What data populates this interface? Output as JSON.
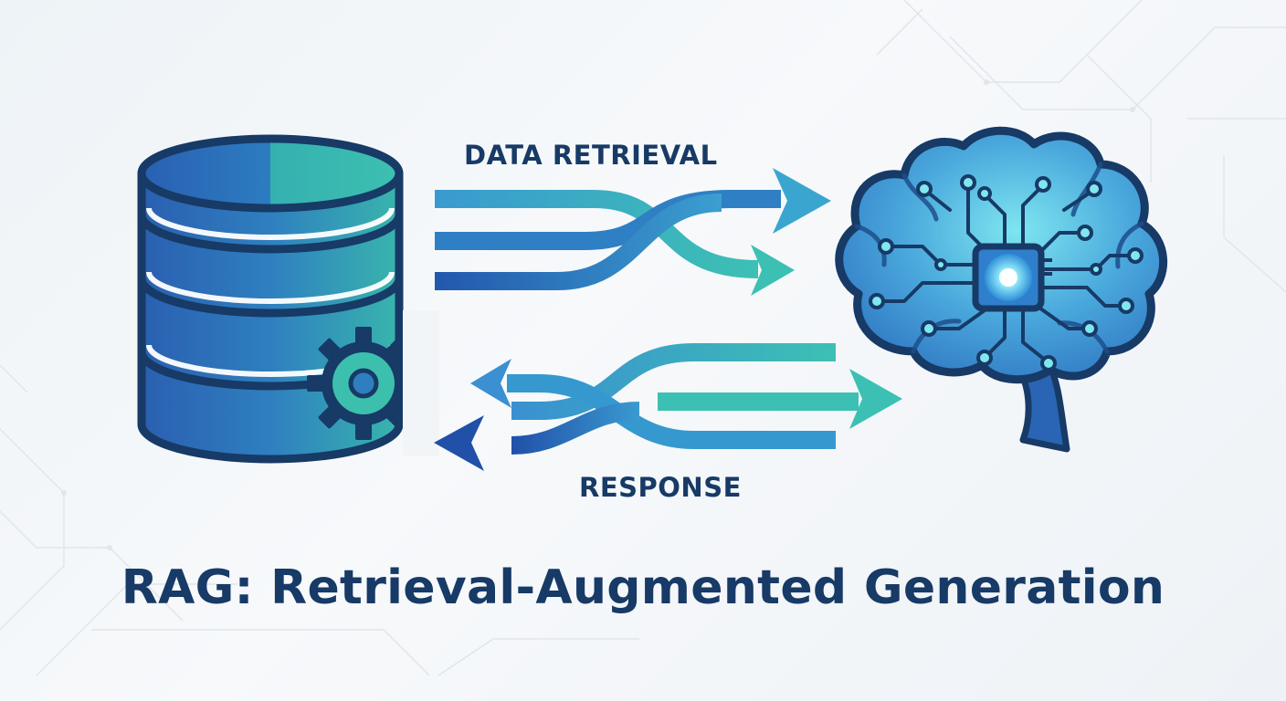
{
  "colors": {
    "navy": "#173a66",
    "blue_dark": "#2259a8",
    "blue_mid": "#3a86c4",
    "teal": "#35b5b0",
    "teal_light": "#5fd3c5",
    "glow": "#7ff0ff",
    "background": "#f3f6f9"
  },
  "labels": {
    "data_retrieval": "DATA RETRIEVAL",
    "response": "RESPONSE"
  },
  "title": "RAG: Retrieval-Augmented Generation",
  "icons": {
    "database": "database-icon",
    "gear": "gear-icon",
    "brain": "brain-icon",
    "chip": "chip-icon"
  }
}
